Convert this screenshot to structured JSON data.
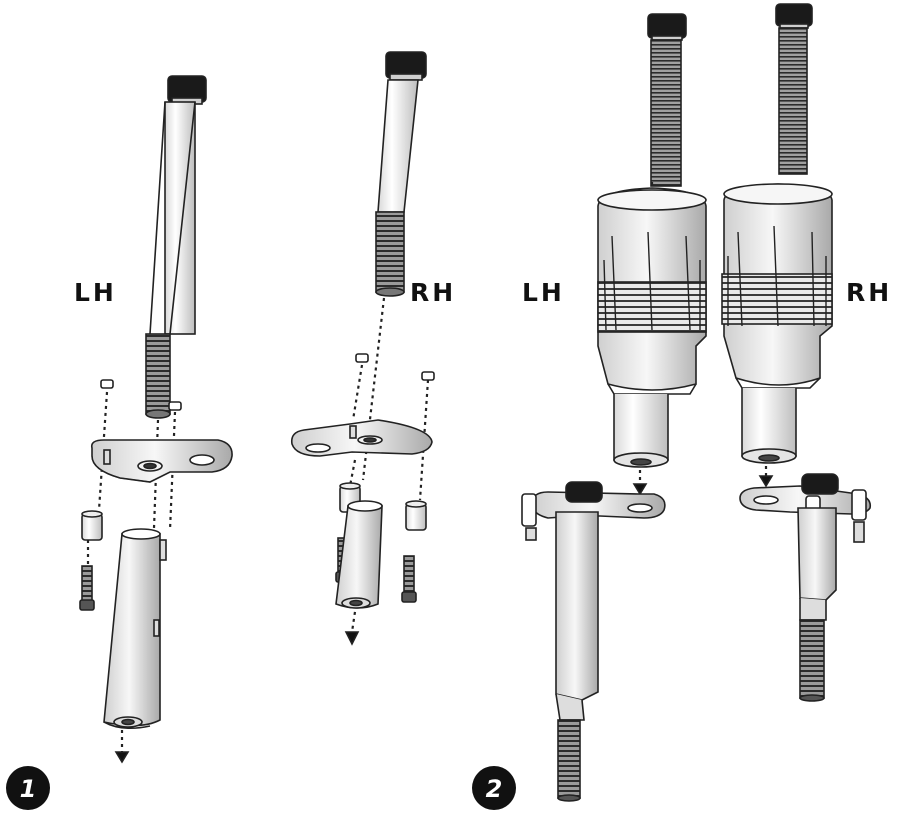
{
  "step1": {
    "number": "1",
    "left_label": "LH",
    "right_label": "RH"
  },
  "step2": {
    "number": "2",
    "left_label": "LH",
    "right_label": "RH"
  }
}
